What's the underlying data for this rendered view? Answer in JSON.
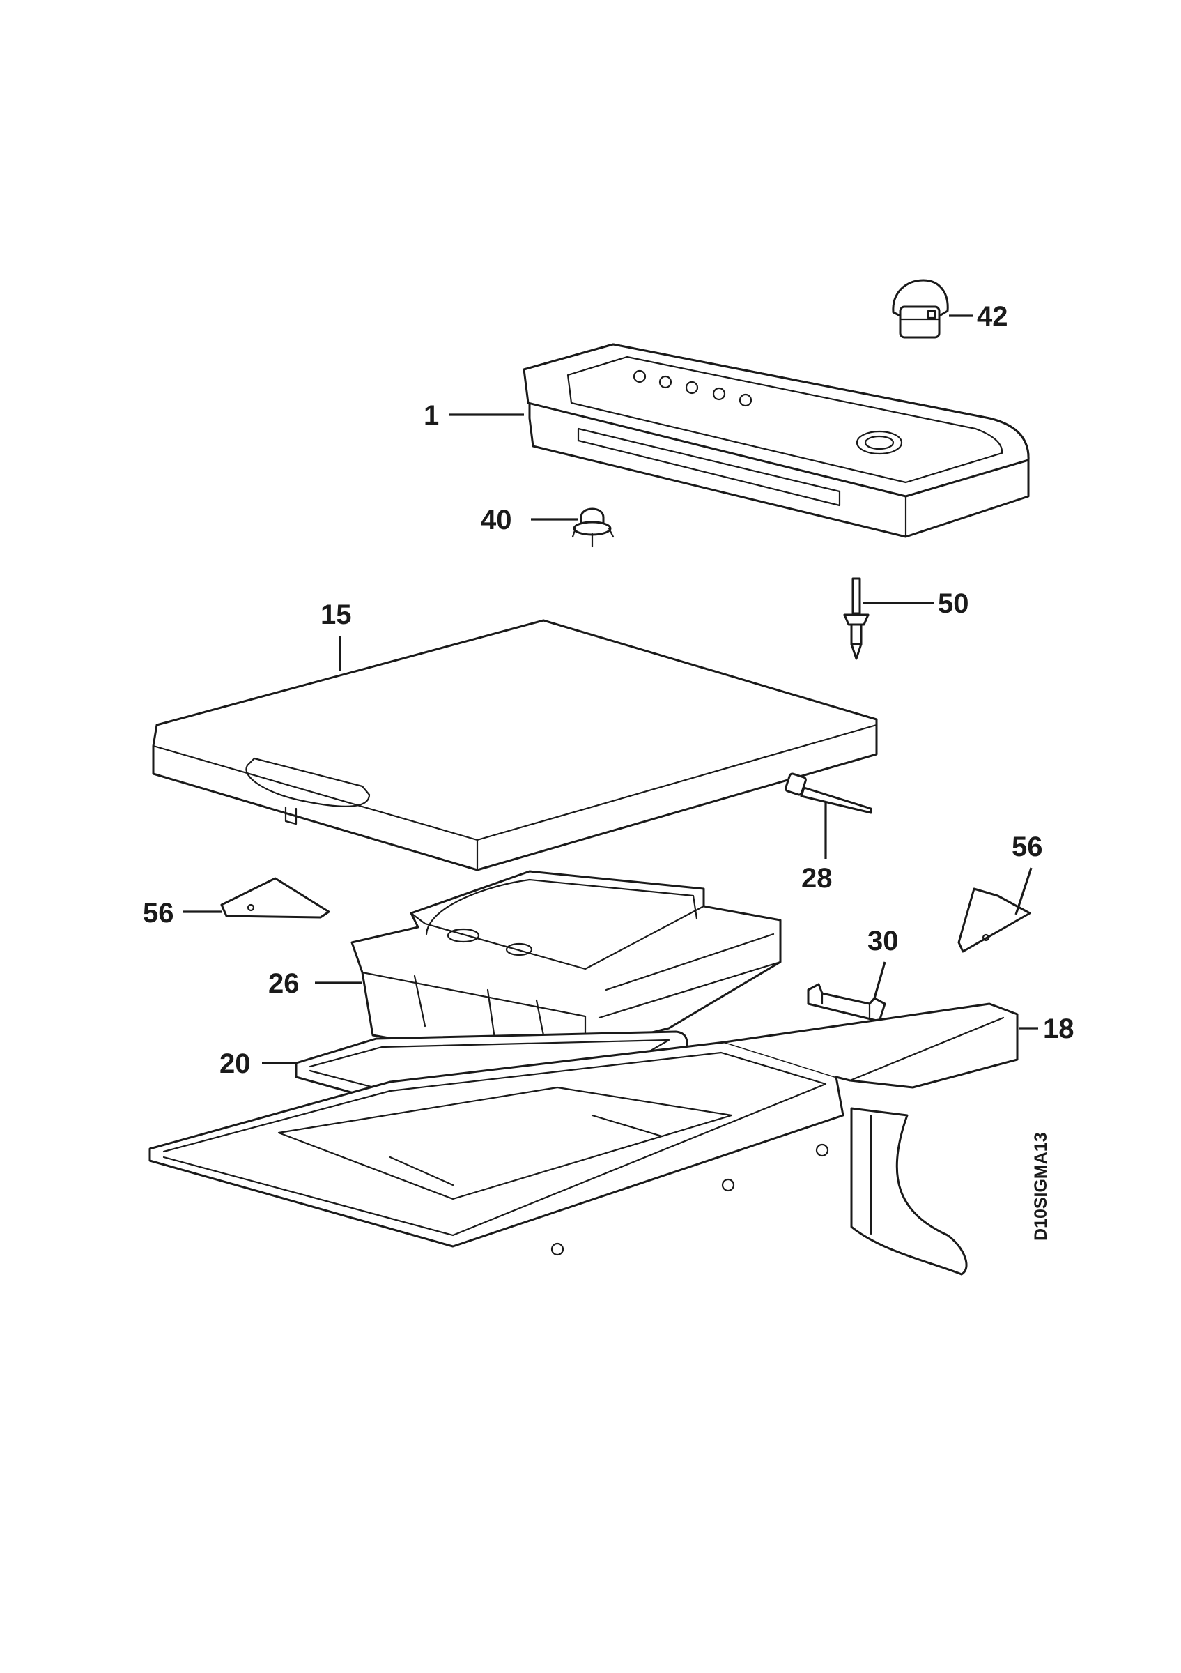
{
  "diagram": {
    "drawing_code": "D10SIGMA13",
    "callouts": [
      {
        "id": "c42",
        "label": "42"
      },
      {
        "id": "c1",
        "label": "1"
      },
      {
        "id": "c40",
        "label": "40"
      },
      {
        "id": "c50",
        "label": "50"
      },
      {
        "id": "c15",
        "label": "15"
      },
      {
        "id": "c28",
        "label": "28"
      },
      {
        "id": "c56a",
        "label": "56"
      },
      {
        "id": "c56b",
        "label": "56"
      },
      {
        "id": "c30",
        "label": "30"
      },
      {
        "id": "c26",
        "label": "26"
      },
      {
        "id": "c18",
        "label": "18"
      },
      {
        "id": "c20",
        "label": "20"
      }
    ]
  }
}
